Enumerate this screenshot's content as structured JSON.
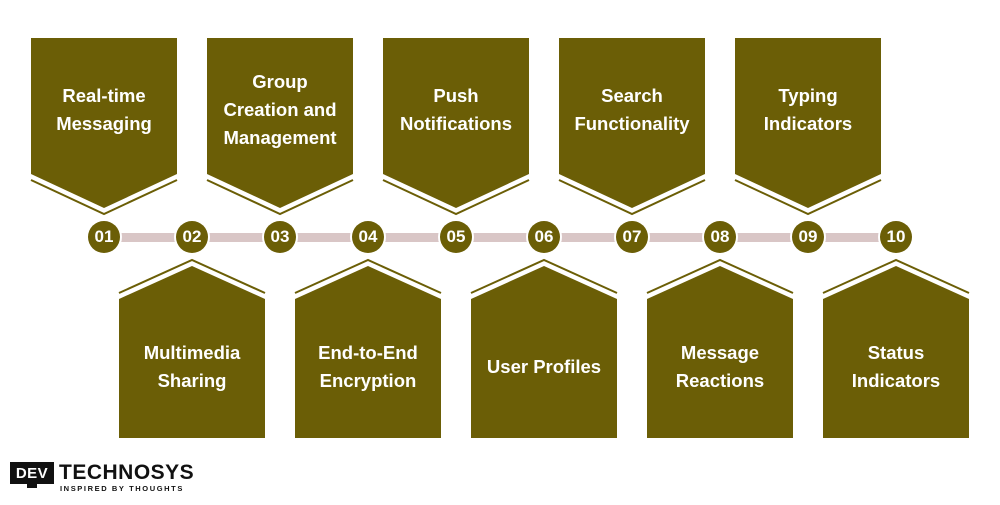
{
  "colors": {
    "card": "#6b5e06",
    "timeline": "#d9c6c6",
    "circle_text": "#ffffff",
    "logo_accent": "#f3a01b"
  },
  "steps": [
    {
      "number": "01",
      "label": "Real-time\nMessaging"
    },
    {
      "number": "02",
      "label": "Multimedia\nSharing"
    },
    {
      "number": "03",
      "label": "Group\nCreation and\nManagement"
    },
    {
      "number": "04",
      "label": "End-to-End\nEncryption"
    },
    {
      "number": "05",
      "label": "Push\nNotifications"
    },
    {
      "number": "06",
      "label": "User Profiles"
    },
    {
      "number": "07",
      "label": "Search\nFunctionality"
    },
    {
      "number": "08",
      "label": "Message\nReactions"
    },
    {
      "number": "09",
      "label": "Typing\nIndicators"
    },
    {
      "number": "10",
      "label": "Status\nIndicators"
    }
  ],
  "logo": {
    "mark": "DEV",
    "name": "TECHNOSYS",
    "tagline": "INSPIRED BY THOUGHTS"
  }
}
